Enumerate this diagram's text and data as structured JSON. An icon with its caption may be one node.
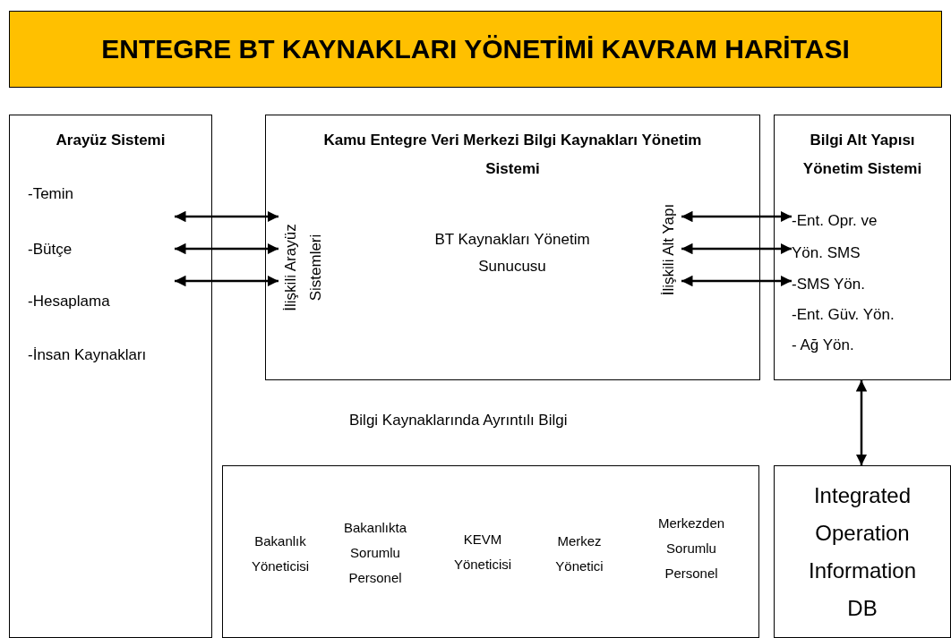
{
  "diagram": {
    "title": "ENTEGRE BT KAYNAKLARI YÖNETİMİ KAVRAM HARİTASI",
    "nodes": [
      {
        "text": [
          "Arayüz Sistemi",
          "-Temin",
          "-Bütçe",
          "-Hesaplama",
          "-İnsan Kaynakları"
        ]
      },
      {
        "text": [
          "Kamu Entegre Veri Merkezi Bilgi Kaynakları Yönetim Sistemi",
          "BT Kaynakları Yönetim Sunucusu"
        ]
      },
      {
        "text": [
          "İlişkili Arayüz Sistemleri"
        ],
        "in": 1
      },
      {
        "text": [
          "İlişkili Alt Yapı"
        ],
        "in": 1
      },
      {
        "text": [
          "Bilgi Alt Yapısı Yönetim Sistemi"
        ]
      },
      {
        "text": [
          "-Ent. Opr. ve Yön. SMS"
        ],
        "in": 4
      },
      {
        "text": [
          "-SMS Yön."
        ],
        "in": 4
      },
      {
        "text": [
          "-Ent. Güv. Yön."
        ],
        "in": 4
      },
      {
        "text": [
          "- Ağ Yön."
        ],
        "in": 4
      },
      {
        "text": [],
        "shape": "box"
      },
      {
        "text": [
          "Bakanlık Yöneticisi"
        ],
        "in": 9
      },
      {
        "text": [
          "Bakanlıkta Sorumlu Personel"
        ],
        "in": 9
      },
      {
        "text": [
          "KEVM Yöneticisi"
        ],
        "in": 9
      },
      {
        "text": [
          "Merkez Yönetici"
        ],
        "in": 9
      },
      {
        "text": [
          "Merkezden Sorumlu Personel"
        ],
        "in": 9
      },
      {
        "text": [
          "Integrated Operation Information DB"
        ]
      }
    ],
    "edges": [
      {
        "from": 0,
        "to": 2,
        "arrow": "both"
      },
      {
        "from": 0,
        "to": 2,
        "arrow": "both"
      },
      {
        "from": 0,
        "to": 2,
        "arrow": "both"
      },
      {
        "from": 3,
        "to": 5,
        "arrow": "both"
      },
      {
        "from": 3,
        "to": 5,
        "arrow": "both"
      },
      {
        "from": 3,
        "to": 6,
        "arrow": "both"
      },
      {
        "from": 4,
        "to": 15,
        "arrow": "both"
      }
    ],
    "labels": [
      "Bilgi Kaynaklarında Ayrıntılı Bilgi"
    ]
  }
}
